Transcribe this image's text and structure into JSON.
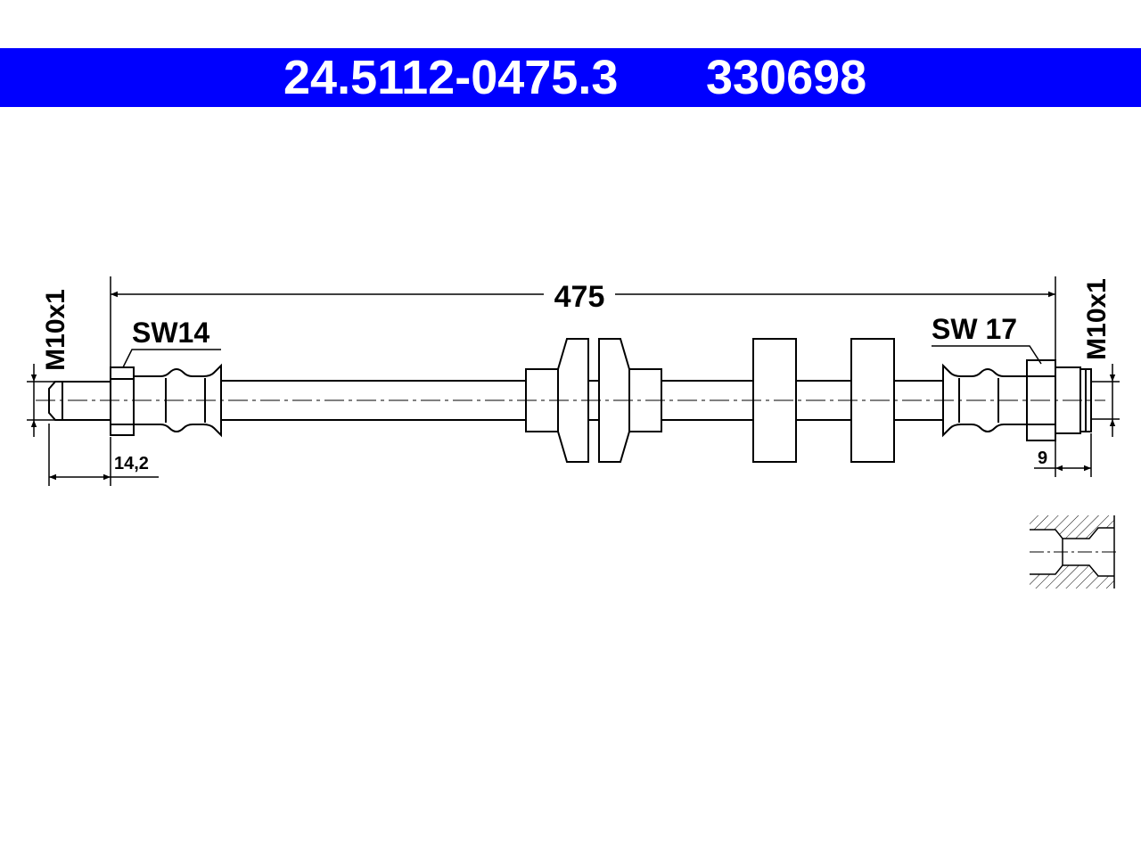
{
  "header": {
    "part_number": "24.5112-0475.3",
    "reference_number": "330698",
    "background_color": "#0000ff",
    "text_color": "#ffffff"
  },
  "dimensions": {
    "overall_length": "475",
    "left_thread": "M10x1",
    "right_thread": "M10x1",
    "left_wrench_size": "SW14",
    "right_wrench_size": "SW 17",
    "left_thread_length": "14,2",
    "right_thread_length": "9"
  }
}
